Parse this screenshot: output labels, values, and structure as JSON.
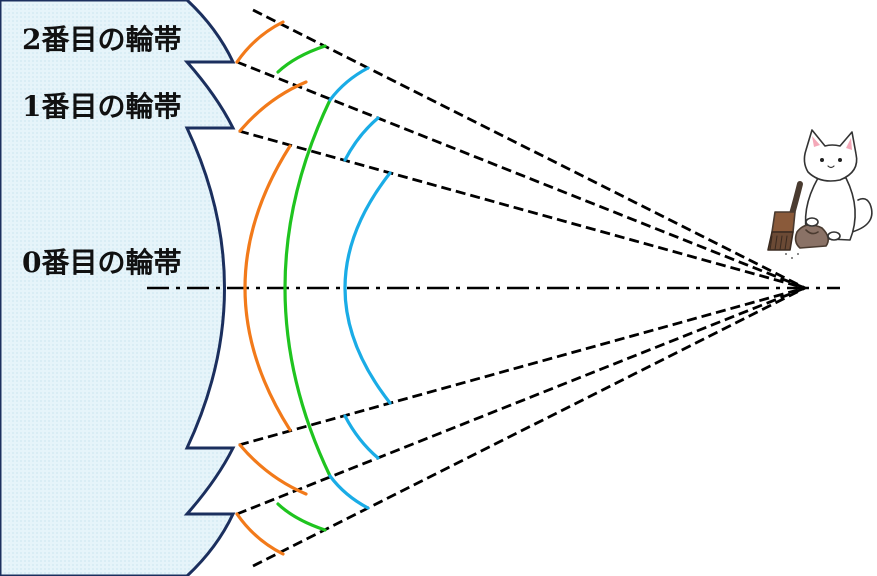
{
  "labels": {
    "zone2": "2番目の輪帯",
    "zone1": "1番目の輪帯",
    "zone0": "0番目の輪帯"
  },
  "colors": {
    "lens_fill": "#dff0f7",
    "lens_edge": "#1b2f5e",
    "wave_orange": "#f27a1a",
    "wave_green": "#1fc41f",
    "wave_blue": "#1aace6",
    "ray": "#000000",
    "axis": "#000000"
  },
  "icons": {
    "lens": "fresnel-lens-cross-section",
    "character": "cat-with-brush-and-dustpan-icon"
  }
}
